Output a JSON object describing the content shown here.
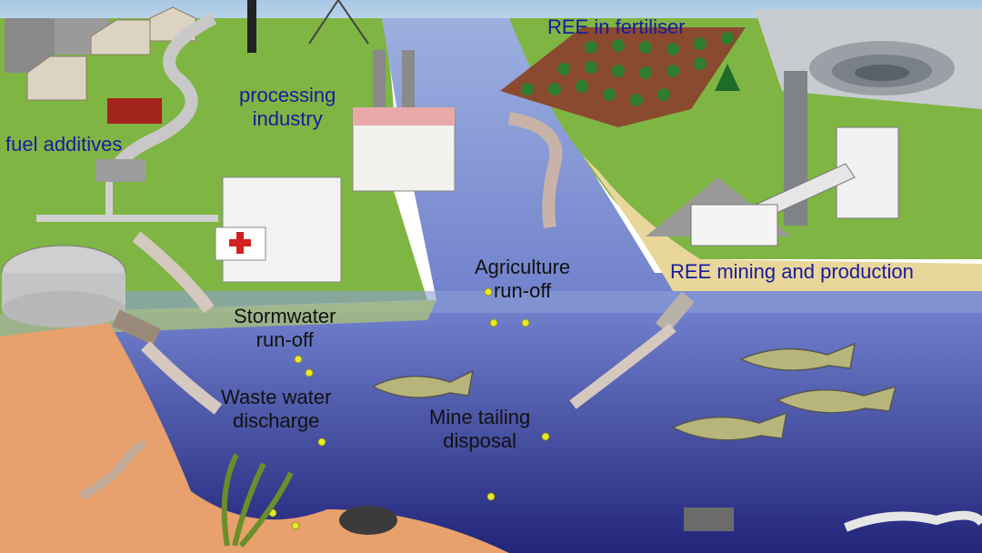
{
  "labels": {
    "fuel_additives": "fuel additives",
    "processing_industry_line1": "processing",
    "processing_industry_line2": "industry",
    "ree_fertiliser": "REE in fertiliser",
    "ree_mining": "REE mining and production",
    "agriculture_line1": "Agriculture",
    "agriculture_line2": "run-off",
    "stormwater_line1": "Stormwater",
    "stormwater_line2": "run-off",
    "wastewater_line1": "Waste water",
    "wastewater_line2": "discharge",
    "mine_tailing_line1": "Mine tailing",
    "mine_tailing_line2": "disposal"
  },
  "colors": {
    "sky": "#bcd4e8",
    "land_green": "#7fb542",
    "water_top": "#8fa2d6",
    "water_deep": "#2c2f8a",
    "seabed": "#e8a06c",
    "sand": "#e9d79a",
    "label_blue": "#1a1a9e",
    "particle_yellow": "#e8e82a",
    "arrow_grey": "#c9b9ad"
  }
}
